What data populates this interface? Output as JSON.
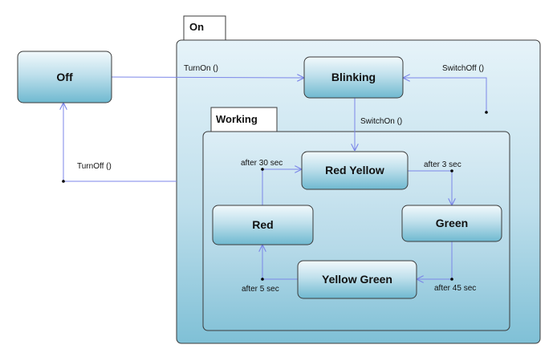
{
  "diagram": {
    "composites": {
      "on": {
        "label": "On"
      },
      "working": {
        "label": "Working"
      }
    },
    "states": {
      "off": "Off",
      "blinking": "Blinking",
      "red_yellow": "Red Yellow",
      "green": "Green",
      "yellow_green": "Yellow Green",
      "red": "Red"
    },
    "transitions": {
      "turn_on": "TurnOn ()",
      "switch_off": "SwitchOff ()",
      "switch_on": "SwitchOn ()",
      "turn_off": "TurnOff ()",
      "after_30": "after 30 sec",
      "after_3": "after 3 sec",
      "after_45": "after 45 sec",
      "after_5": "after 5 sec"
    }
  }
}
